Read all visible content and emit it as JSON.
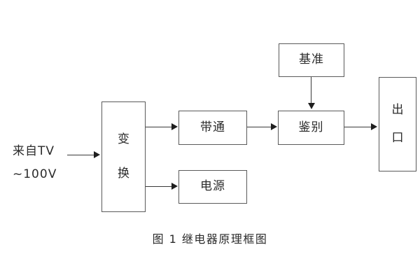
{
  "figure": {
    "caption": "图 1  继电器原理框图",
    "background_color": "#ffffff",
    "box_border_color": "#5a5a5a",
    "line_color": "#3a3a3a",
    "text_color": "#2b2b2b"
  },
  "input": {
    "line_1": "来自TV",
    "line_2": "~100V"
  },
  "blocks": {
    "transform": {
      "char_1": "变",
      "char_2": "换"
    },
    "bandpass": {
      "label": "带通"
    },
    "power": {
      "label": "电源"
    },
    "reference": {
      "label": "基准"
    },
    "discriminate": {
      "label": "鉴别"
    },
    "output": {
      "char_1": "出",
      "char_2": "口"
    }
  }
}
